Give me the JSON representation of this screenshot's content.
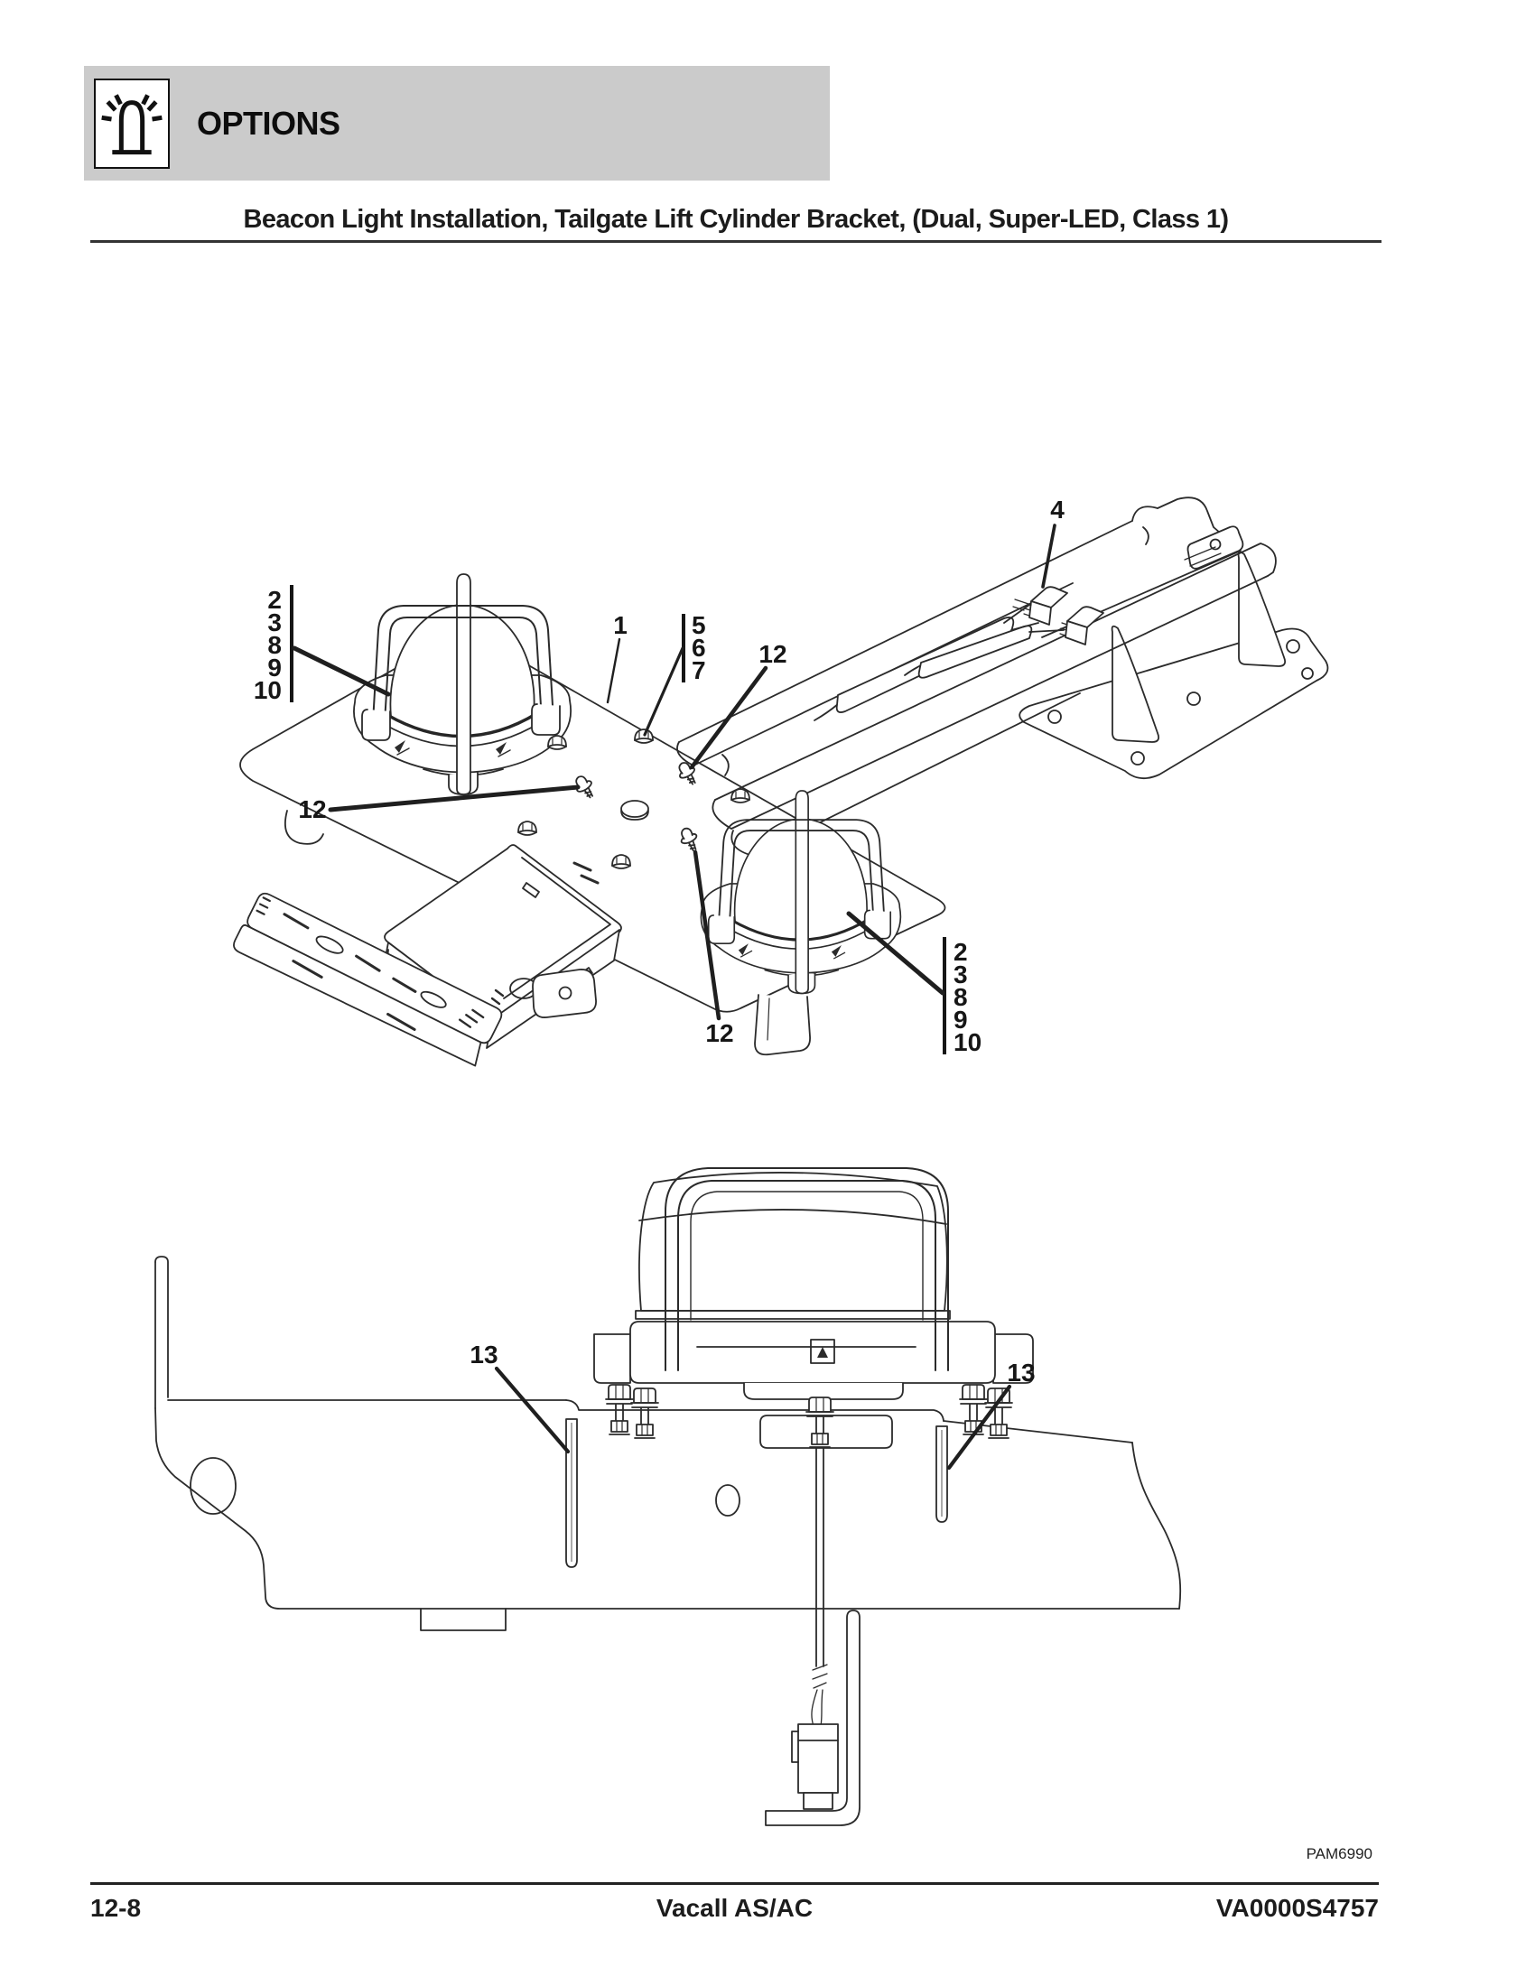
{
  "page": {
    "banner": {
      "label": "OPTIONS",
      "icon": "beacon-light-icon",
      "bg": "#cbcbcb"
    },
    "title": "Beacon Light Installation, Tailgate Lift Cylinder Bracket, (Dual, Super-LED, Class 1)",
    "figure_code": "PAM6990",
    "footer": {
      "page_number": "12-8",
      "product": "Vacall AS/AC",
      "doc_number": "VA0000S4757"
    }
  },
  "diagram": {
    "views": [
      "exploded-isometric-view",
      "installed-side-view"
    ],
    "callouts": {
      "beacon_group_left": {
        "numbers": [
          "2",
          "3",
          "8",
          "9",
          "10"
        ]
      },
      "plate_item": {
        "number": "1"
      },
      "fastener_group": {
        "numbers": [
          "5",
          "6",
          "7"
        ]
      },
      "screw_right": {
        "number": "12"
      },
      "screw_left": {
        "number": "12"
      },
      "screw_bottom": {
        "number": "12"
      },
      "beacon_group_right": {
        "numbers": [
          "2",
          "3",
          "8",
          "9",
          "10"
        ]
      },
      "harness_item": {
        "number": "4"
      },
      "strap_left": {
        "number": "13"
      },
      "strap_right": {
        "number": "13"
      }
    },
    "colors": {
      "line": "#2b2b2b",
      "label": "#161616"
    }
  }
}
